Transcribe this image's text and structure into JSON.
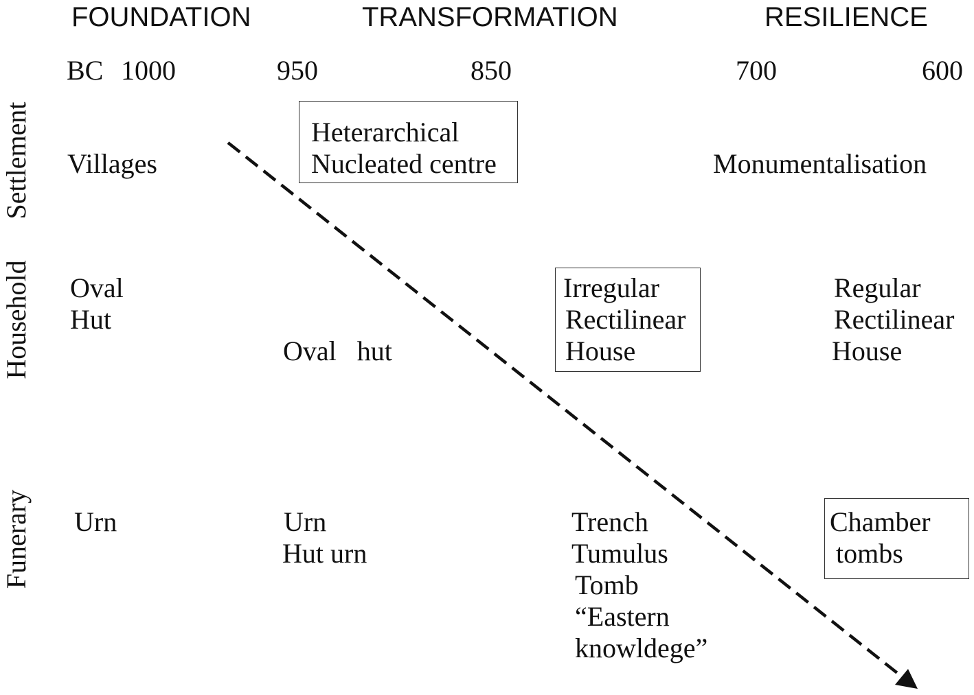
{
  "phases": [
    "FOUNDATION",
    "TRANSFORMATION",
    "RESILIENCE"
  ],
  "timeline": {
    "era": "BC",
    "years": [
      "1000",
      "950",
      "850",
      "700",
      "600"
    ]
  },
  "rows": {
    "settlement": {
      "label": "Settlement",
      "villages": [
        "Villages"
      ],
      "nucleated": [
        "Heterarchical",
        "Nucleated centre"
      ],
      "monument": [
        "Monumentalisation"
      ]
    },
    "household": {
      "label": "Household",
      "oval_hut_1": [
        "Oval",
        "Hut"
      ],
      "oval_hut_2": [
        "Oval   hut"
      ],
      "irregular": [
        "Irregular",
        "Rectilinear",
        "House"
      ],
      "regular": [
        "Regular",
        "Rectilinear",
        "House"
      ]
    },
    "funerary": {
      "label": "Funerary",
      "urn_1": [
        "Urn"
      ],
      "urn_2": [
        "Urn",
        "Hut urn"
      ],
      "trench": [
        "Trench",
        "Tumulus",
        "Tomb",
        "“Eastern",
        "knowldege”"
      ],
      "chamber": [
        "Chamber",
        "tombs"
      ]
    }
  }
}
